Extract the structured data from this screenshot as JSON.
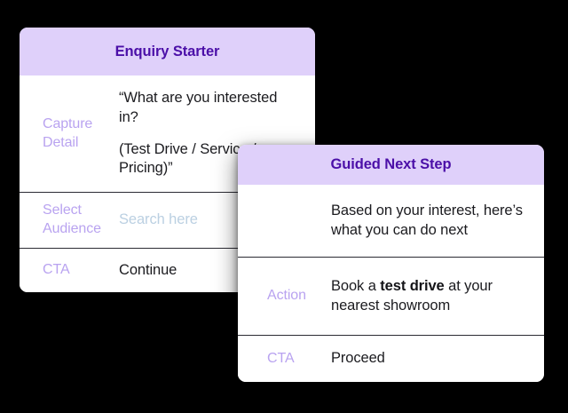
{
  "background_color": "#000000",
  "theme": {
    "header_bg": "#DFD0FA",
    "header_text": "#4B0FA8",
    "label_color": "#B9A3F0",
    "value_color": "#1b1b1f",
    "placeholder_color": "#BBD0E2",
    "chevron_color": "#A8C4DC",
    "card_bg": "#FFFFFF",
    "divider_color": "#2b2b33"
  },
  "cards": [
    {
      "id": "enquiry-starter",
      "title": "Enquiry Starter",
      "rows": [
        {
          "label": "Capture Detail",
          "type": "text",
          "paragraphs": [
            "“What are you interested in?",
            "(Test Drive / Service / Pricing)”"
          ]
        },
        {
          "label": "Select Audience",
          "type": "select",
          "placeholder": "Search here",
          "value": "",
          "icon": "chevron-down-icon"
        },
        {
          "label": "CTA",
          "type": "text",
          "value": "Continue"
        }
      ]
    },
    {
      "id": "guided-next-step",
      "title": "Guided Next Step",
      "rows": [
        {
          "label": "",
          "type": "text",
          "value": "Based on your interest, here’s what you can do next"
        },
        {
          "label": "Action",
          "type": "rich",
          "prefix": "Book a ",
          "emphasis": "test drive",
          "suffix": " at your nearest showroom"
        },
        {
          "label": "CTA",
          "type": "text",
          "value": "Proceed"
        }
      ]
    }
  ]
}
